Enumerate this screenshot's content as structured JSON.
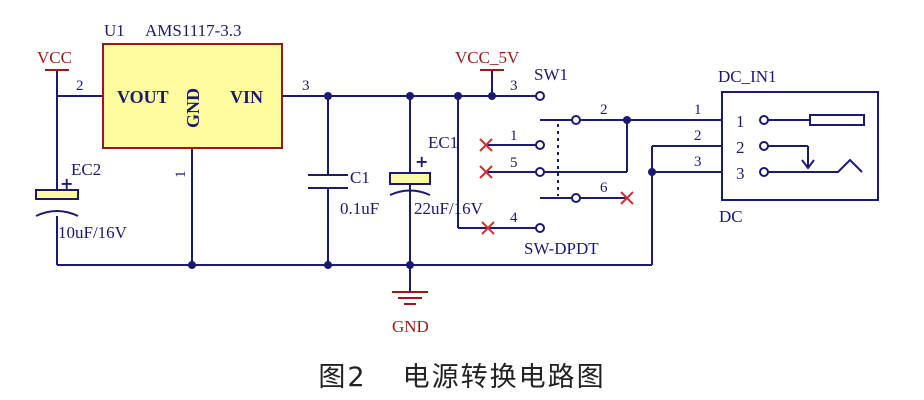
{
  "title": {
    "figure_no": "图2",
    "text": "电源转换电路图"
  },
  "colors": {
    "wire": "#1a1a6e",
    "net": "#9a1a1a",
    "chip_fill": "#fffca0",
    "chip_border": "#9a1a1a",
    "x_mark": "#d03030"
  },
  "nets": {
    "vcc": "VCC",
    "vcc5": "VCC_5V",
    "gnd": "GND"
  },
  "u1": {
    "ref": "U1",
    "value": "AMS1117-3.3",
    "vout": "VOUT",
    "vin": "VIN",
    "gnd": "GND",
    "pin_vout": "2",
    "pin_vin": "3",
    "pin_gnd": "1"
  },
  "ec2": {
    "ref": "EC2",
    "value": "10uF/16V"
  },
  "c1": {
    "ref": "C1",
    "value": "0.1uF"
  },
  "ec1": {
    "ref": "EC1",
    "value": "22uF/16V"
  },
  "sw1": {
    "ref": "SW1",
    "value": "SW-DPDT",
    "pins": [
      "1",
      "2",
      "3",
      "4",
      "5",
      "6"
    ]
  },
  "dc": {
    "ref": "DC_IN1",
    "value": "DC",
    "pins": [
      "1",
      "2",
      "3"
    ],
    "wire_pins": [
      "1",
      "2",
      "3"
    ]
  }
}
